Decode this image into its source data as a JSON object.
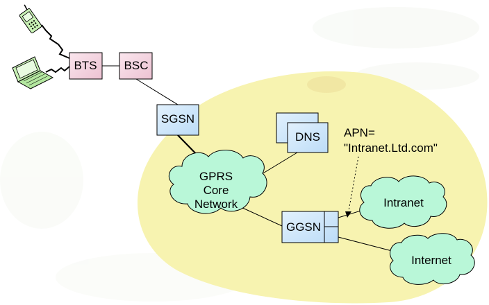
{
  "nodes": {
    "bts": "BTS",
    "bsc": "BSC",
    "sgsn": "SGSN",
    "dns": "DNS",
    "core": [
      "GPRS",
      "Core",
      "Network"
    ],
    "ggsn": "GGSN",
    "intranet": "Intranet",
    "internet": "Internet"
  },
  "apn": {
    "line1": "APN=",
    "line2": "\"Intranet.Ltd.com\""
  },
  "colors": {
    "operator_area": "#f7f3b0",
    "box_pink": "#f3d3de",
    "box_blue": "#cfe6fb",
    "cloud_green": "#b9f7d8"
  },
  "icons": [
    "mobile-phone-icon",
    "laptop-icon"
  ]
}
